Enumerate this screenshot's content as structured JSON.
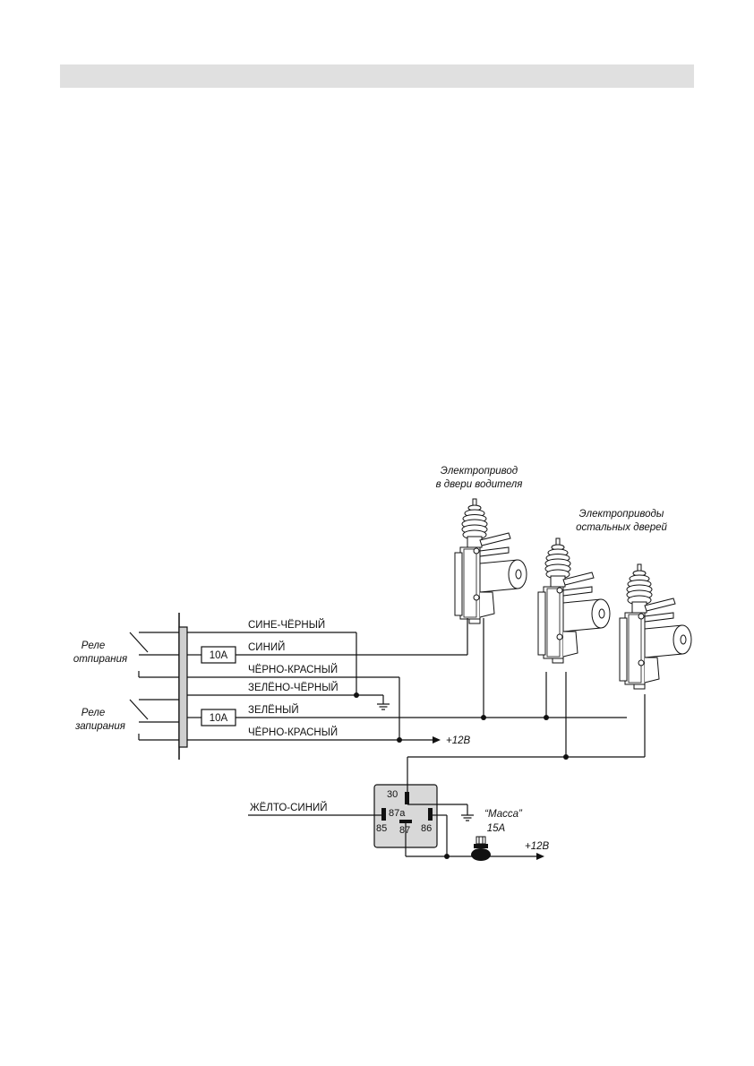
{
  "header": {
    "color": "#e0e0e0"
  },
  "captions": {
    "driver_actuator": [
      "Электропривод",
      "в двери водителя"
    ],
    "other_actuators": [
      "Электроприводы",
      "остальных дверей"
    ],
    "unlock_relay": [
      "Реле",
      "отпирания"
    ],
    "lock_relay": [
      "Реле",
      "запирания"
    ]
  },
  "wires": {
    "blue_black": "СИНЕ-ЧЁРНЫЙ",
    "blue": "СИНИЙ",
    "black_red_1": "ЧЁРНО-КРАСНЫЙ",
    "green_black": "ЗЕЛЁНО-ЧЁРНЫЙ",
    "green": "ЗЕЛЁНЫЙ",
    "black_red_2": "ЧЁРНО-КРАСНЫЙ",
    "yellow_blue": "ЖЁЛТО-СИНИЙ"
  },
  "fuses": {
    "fuse_1": "10A",
    "fuse_2": "10A",
    "relay_fuse": "15A"
  },
  "power": {
    "plus_12v_1": "+12В",
    "plus_12v_2": "+12В"
  },
  "ground": {
    "label": "“Масса”"
  },
  "relay": {
    "pin_30": "30",
    "pin_87a": "87a",
    "pin_85": "85",
    "pin_87": "87",
    "pin_86": "86",
    "color": "#d8d8d8"
  }
}
